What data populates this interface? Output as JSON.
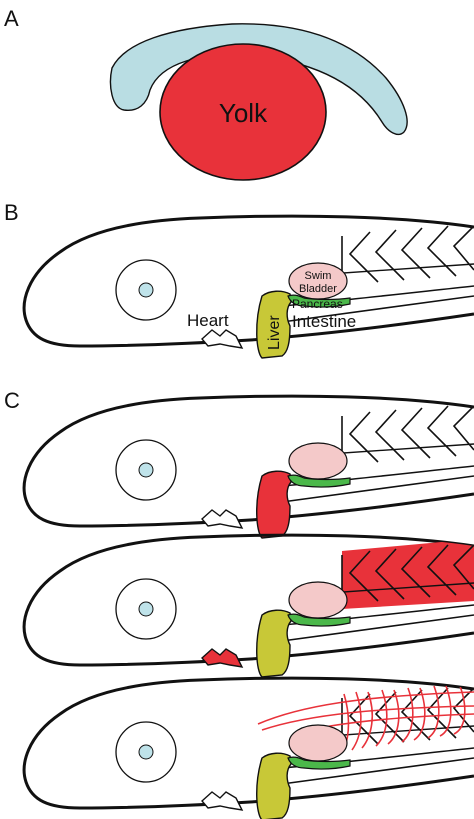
{
  "panels": {
    "a": {
      "letter": "A",
      "yolk_label": "Yolk"
    },
    "b": {
      "letter": "B"
    },
    "c": {
      "letter": "C"
    }
  },
  "labels": {
    "heart": "Heart",
    "liver": "Liver",
    "swim_bladder_line1": "Swim",
    "swim_bladder_line2": "Bladder",
    "pancreas": "Pancreas",
    "intestine": "Intestine"
  },
  "colors": {
    "outline": "#111111",
    "yolk": "#e8323a",
    "embryo_band": "#b9dde3",
    "eye_pupil": "#bfe3ea",
    "liver": "#c8c837",
    "swim_bladder": "#f4c9c9",
    "pancreas": "#4bb84a",
    "highlight": "#e8323a"
  },
  "fish_variants": [
    {
      "panel": "B",
      "highlight": "none",
      "labeled": true
    },
    {
      "panel": "C",
      "highlight": "liver",
      "labeled": false
    },
    {
      "panel": "C",
      "highlight": "heart-and-somites",
      "labeled": false
    },
    {
      "panel": "C",
      "highlight": "muscle-fibers",
      "labeled": false
    }
  ]
}
